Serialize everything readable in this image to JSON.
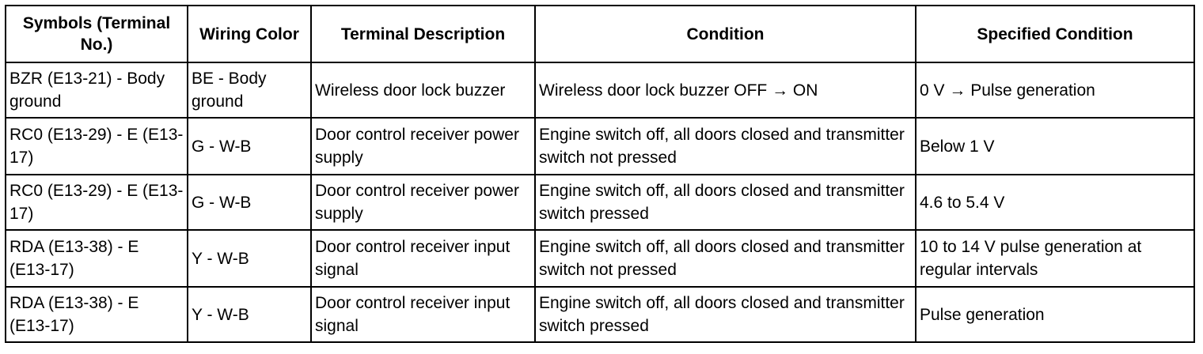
{
  "table": {
    "headers": [
      "Symbols (Terminal No.)",
      "Wiring Color",
      "Terminal Description",
      "Condition",
      "Specified Condition"
    ],
    "rows": [
      [
        "BZR (E13-21) - Body ground",
        "BE - Body ground",
        "Wireless door lock buzzer",
        "Wireless door lock buzzer OFF → ON",
        "0 V → Pulse generation"
      ],
      [
        "RC0 (E13-29) - E (E13-17)",
        "G - W-B",
        "Door control receiver power supply",
        "Engine switch off, all doors closed and transmitter switch not pressed",
        "Below 1 V"
      ],
      [
        "RC0 (E13-29) - E (E13-17)",
        "G - W-B",
        "Door control receiver power supply",
        "Engine switch off, all doors closed and transmitter switch pressed",
        "4.6 to 5.4 V"
      ],
      [
        "RDA (E13-38) - E (E13-17)",
        "Y - W-B",
        "Door control receiver input signal",
        "Engine switch off, all doors closed and transmitter switch not pressed",
        "10 to 14 V pulse generation at regular intervals"
      ],
      [
        "RDA (E13-38) - E (E13-17)",
        "Y - W-B",
        "Door control receiver input signal",
        "Engine switch off, all doors closed and transmitter switch pressed",
        "Pulse generation"
      ]
    ]
  }
}
